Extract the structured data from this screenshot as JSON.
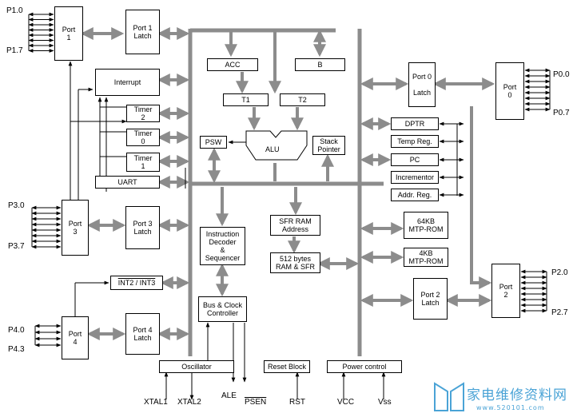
{
  "blocks": {
    "port1": "Port\n1",
    "port1_latch": "Port 1\nLatch",
    "interrupt": "Interrupt",
    "timer2": "Timer\n2",
    "timer0": "Timer\n0",
    "timer1": "Timer\n1",
    "uart": "UART",
    "port3": "Port\n3",
    "port3_latch": "Port 3\nLatch",
    "int23": "INT2 / INT3",
    "port4": "Port\n4",
    "port4_latch": "Port 4\nLatch",
    "oscillator": "Oscillator",
    "acc": "ACC",
    "b": "B",
    "t1": "T1",
    "t2": "T2",
    "psw": "PSW",
    "alu": "ALU",
    "stack_pointer": "Stack\nPointer",
    "instruction_decoder": "Instruction\nDecoder\n&\nSequencer",
    "bus_clock": "Bus & Clock\nController",
    "sfr_ram_address": "SFR RAM\nAddress",
    "ram_sfr": "512 bytes\nRAM & SFR",
    "reset_block": "Reset Block",
    "power_control": "Power control",
    "port0_latch": "Port 0\n\nLatch",
    "port0": "Port\n0",
    "dptr": "DPTR",
    "temp_reg": "Temp Reg.",
    "pc": "PC",
    "incrementor": "Incrementor",
    "addr_reg": "Addr. Reg.",
    "rom64": "64KB\nMTP-ROM",
    "rom4": "4KB\nMTP-ROM",
    "port2_latch": "Port 2\nLatch",
    "port2": "Port\n2"
  },
  "pins": {
    "p10": "P1.0",
    "p17": "P1.7",
    "p30": "P3.0",
    "p37": "P3.7",
    "p40": "P4.0",
    "p43": "P4.3",
    "p00": "P0.0",
    "p07": "P0.7",
    "p20": "P2.0",
    "p27": "P2.7",
    "xtal1": "XTAL1",
    "xtal2": "XTAL2",
    "ale": "ALE",
    "psen": "PSEN",
    "rst": "RST",
    "vcc": "VCC",
    "vss": "Vss"
  },
  "watermark": {
    "text": "家电维修资料网",
    "url": "www.520101.com"
  },
  "colors": {
    "bus": "#8c8c8c",
    "arrow": "#8c8c8c",
    "line": "#000000",
    "watermark": "#4aa3d6"
  }
}
